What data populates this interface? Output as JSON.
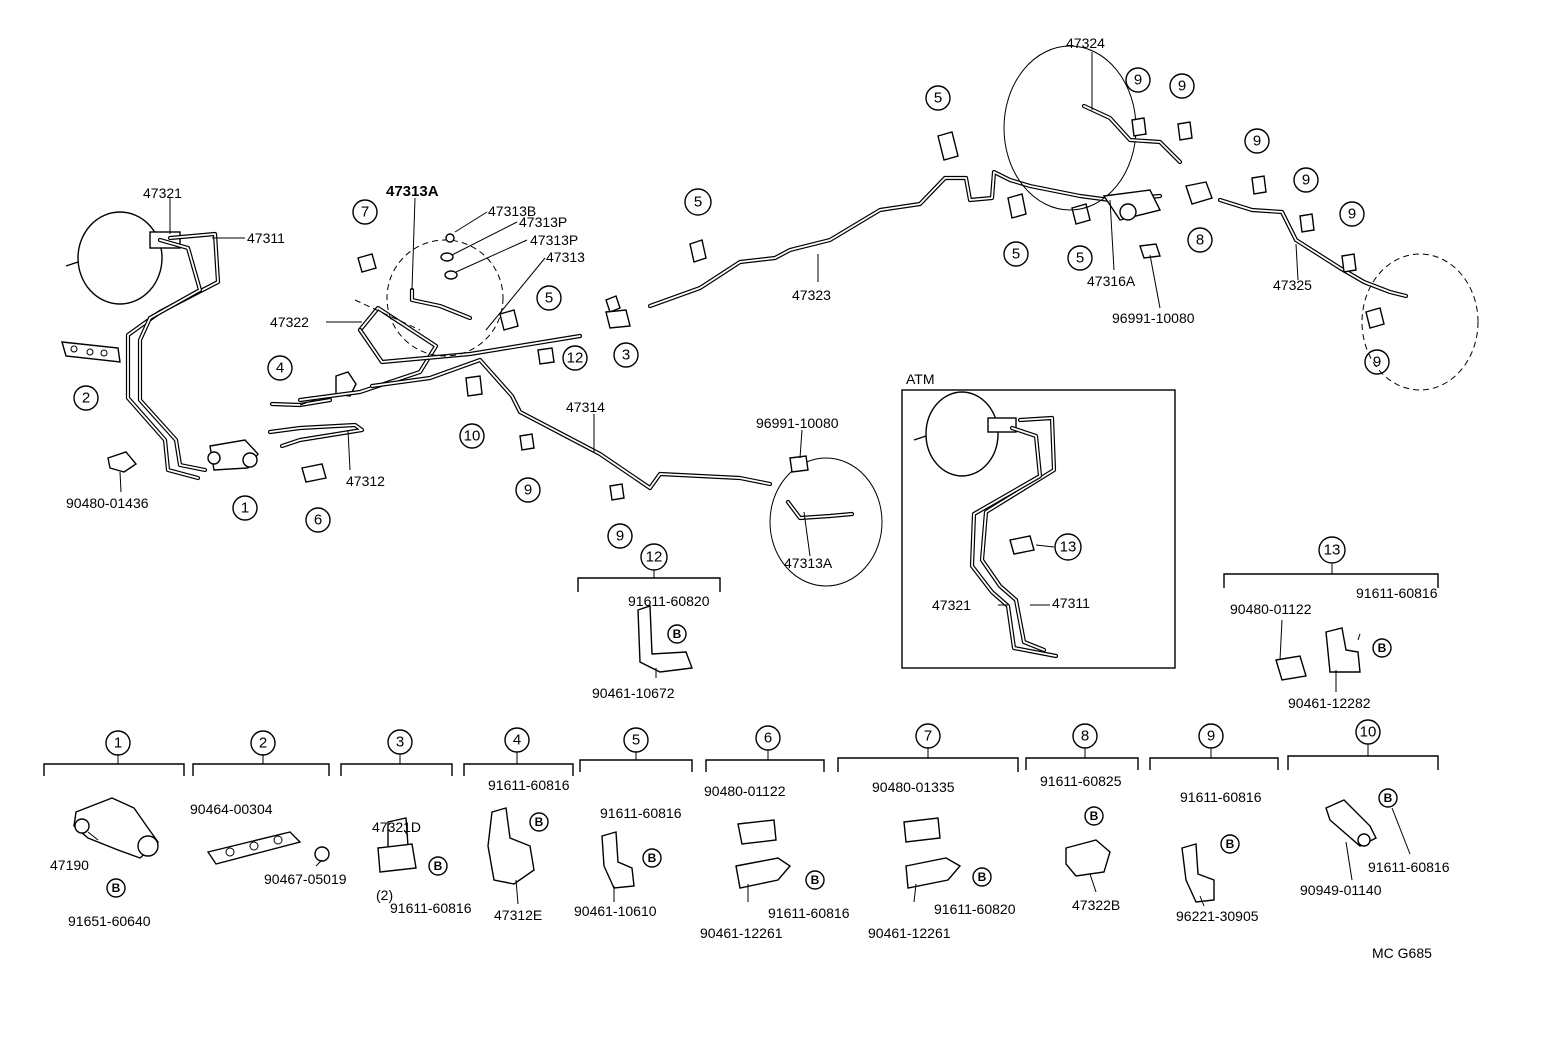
{
  "diagram": {
    "code": "MC G685",
    "atm_label": "ATM",
    "bolt_mark": "B",
    "callouts": {
      "c1": "1",
      "c2": "2",
      "c3": "3",
      "c4": "4",
      "c5": "5",
      "c6": "6",
      "c7": "7",
      "c8": "8",
      "c9": "9",
      "c10": "10",
      "c12": "12",
      "c13": "13"
    },
    "labels": {
      "p47321": "47321",
      "p47311": "47311",
      "p47313A": "47313A",
      "p47313B": "47313B",
      "p47313P": "47313P",
      "p47313": "47313",
      "p47322": "47322",
      "p47312": "47312",
      "p47314": "47314",
      "p47323": "47323",
      "p47324": "47324",
      "p47316A": "47316A",
      "p96991_10080": "96991-10080",
      "p47325": "47325",
      "p90480_01436": "90480-01436",
      "p91611_60820": "91611-60820",
      "p90461_10672": "90461-10672",
      "p90480_01122": "90480-01122",
      "p91611_60816": "91611-60816",
      "p90461_12282": "90461-12282",
      "p47190": "47190",
      "p91651_60640": "91651-60640",
      "p90464_00304": "90464-00304",
      "p90467_05019": "90467-05019",
      "p47321D": "47321D",
      "qty2": "(2)",
      "p47312E": "47312E",
      "p90461_10610": "90461-10610",
      "p90461_12261": "90461-12261",
      "p90480_01335": "90480-01335",
      "p91611_60825": "91611-60825",
      "p47322B": "47322B",
      "p96221_30905": "96221-30905",
      "p90949_01140": "90949-01140"
    }
  }
}
